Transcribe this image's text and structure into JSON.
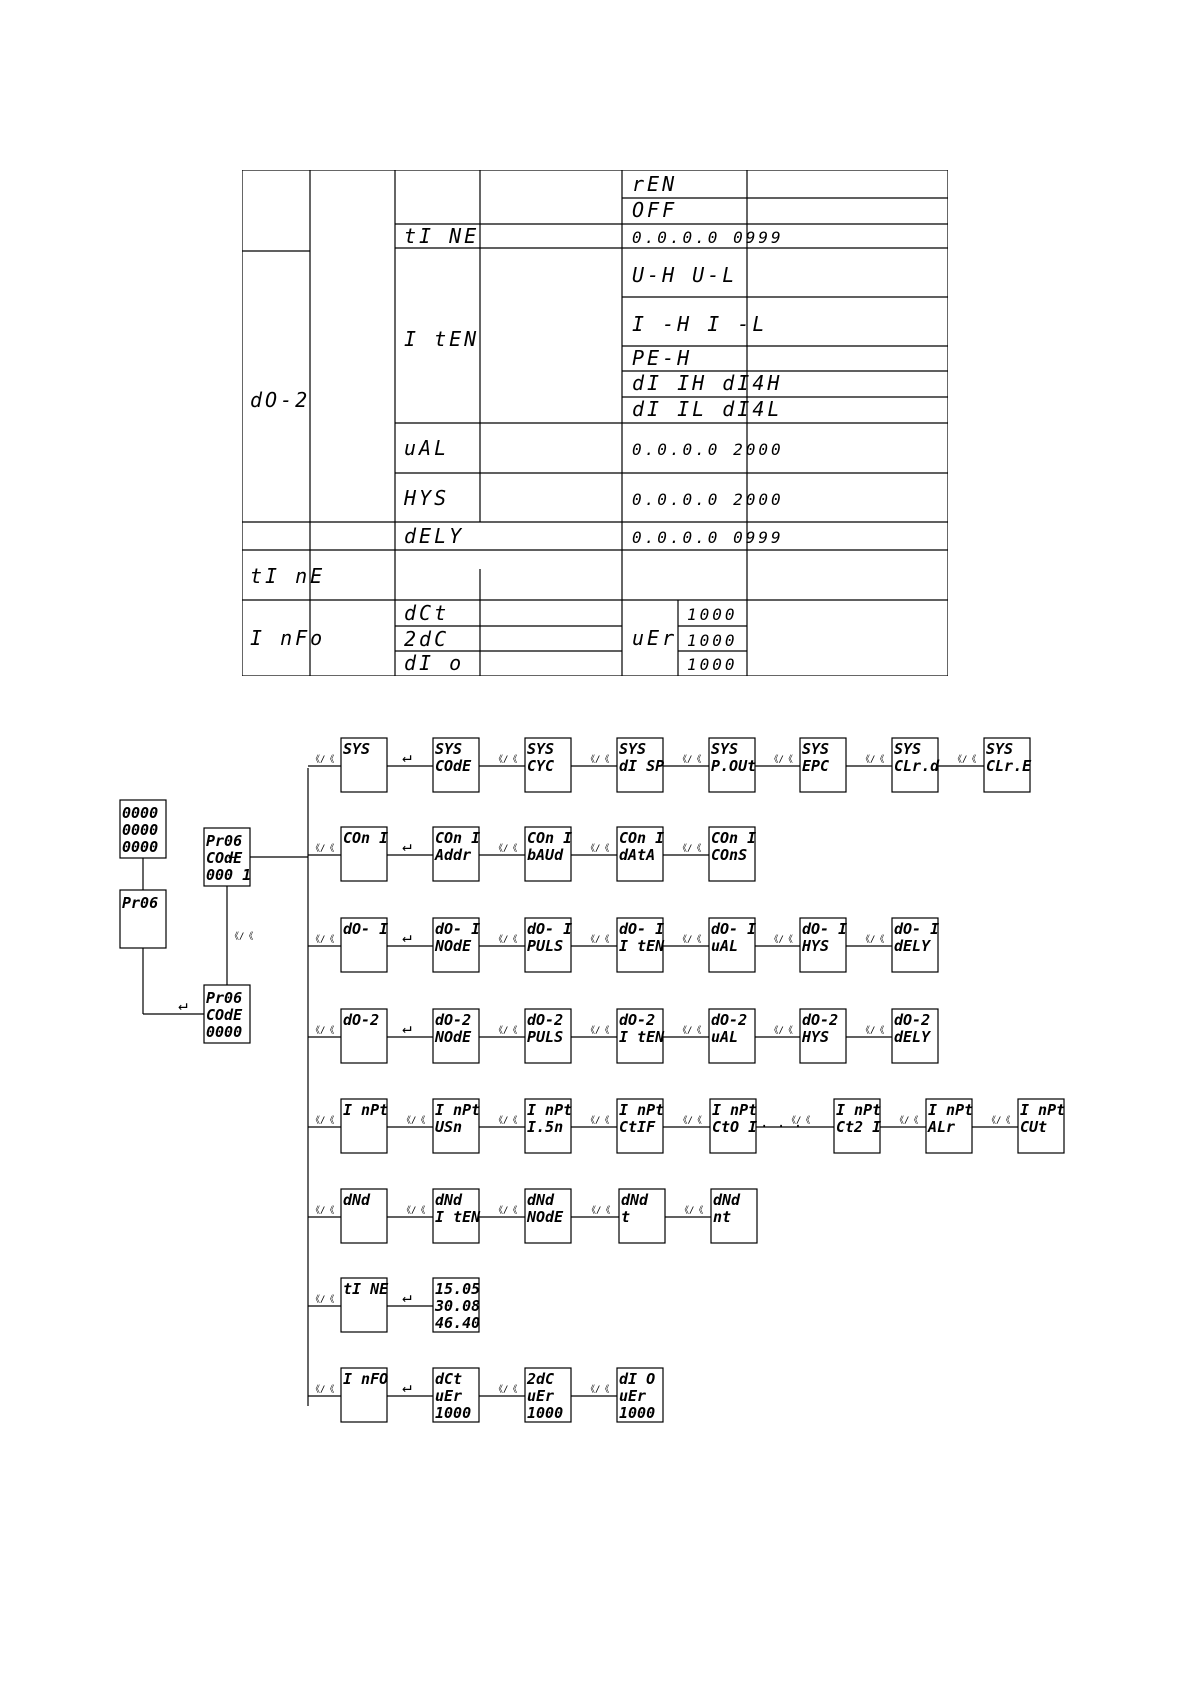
{
  "table": {
    "r0": {
      "opt1": "rEN",
      "opt2": "OFF"
    },
    "r1": {
      "param": "tI NE",
      "range": "0.0.0.0  0999"
    },
    "r2": {
      "group": "dO-2",
      "param": "I tEN",
      "opts": [
        "U-H U-L",
        "I -H I -L",
        "PE-H",
        "dI IH dI4H",
        "dI IL dI4L"
      ]
    },
    "r3": {
      "param": "uAL",
      "range": "0.0.0.0  2000"
    },
    "r4": {
      "param": "HYS",
      "range": "0.0.0.0  2000"
    },
    "r5": {
      "param": "dELY",
      "range": "0.0.0.0  0999"
    },
    "r6": {
      "group": "tI nE"
    },
    "r7": {
      "group": "I nFo",
      "params": [
        "dCt",
        "2dC",
        "dI o"
      ],
      "ver_label": "uEr",
      "ver_values": [
        "1000",
        "1000",
        "1000"
      ]
    }
  },
  "flow": {
    "start": [
      "0000",
      "0000",
      "0000"
    ],
    "prog": [
      "Pr06"
    ],
    "prog_code_1": [
      "Pr06",
      "COdE",
      "000 1"
    ],
    "prog_code_0": [
      "Pr06",
      "COdE",
      "0000"
    ],
    "nav_symbol": "《/《",
    "enter_symbol": "↵",
    "ellipsis": "· · ·",
    "rows": [
      {
        "head": "SYS",
        "items": [
          [
            "SYS",
            "COdE"
          ],
          [
            "SYS",
            "CYC"
          ],
          [
            "SYS",
            "dI SP"
          ],
          [
            "SYS",
            "P.OUt"
          ],
          [
            "SYS",
            "EPC"
          ],
          [
            "SYS",
            "CLr.d"
          ],
          [
            "SYS",
            "CLr.E"
          ]
        ]
      },
      {
        "head": "COn I",
        "items": [
          [
            "COn I",
            "Addr"
          ],
          [
            "COn I",
            "bAUd"
          ],
          [
            "COn I",
            "dAtA"
          ],
          [
            "COn I",
            "COnS"
          ]
        ]
      },
      {
        "head": "dO- I",
        "items": [
          [
            "dO- I",
            "NOdE"
          ],
          [
            "dO- I",
            "PULS"
          ],
          [
            "dO- I",
            "I tEN"
          ],
          [
            "dO- I",
            "uAL"
          ],
          [
            "dO- I",
            "HYS"
          ],
          [
            "dO- I",
            "dELY"
          ]
        ]
      },
      {
        "head": "dO-2",
        "items": [
          [
            "dO-2",
            "NOdE"
          ],
          [
            "dO-2",
            "PULS"
          ],
          [
            "dO-2",
            "I tEN"
          ],
          [
            "dO-2",
            "uAL"
          ],
          [
            "dO-2",
            "HYS"
          ],
          [
            "dO-2",
            "dELY"
          ]
        ]
      },
      {
        "head": "I nPt",
        "items": [
          [
            "I nPt",
            "USn"
          ],
          [
            "I nPt",
            "I.5n"
          ],
          [
            "I nPt",
            "CtIF"
          ],
          [
            "I nPt",
            "CtO I"
          ],
          [
            "I nPt",
            "Ct2 I"
          ],
          [
            "I nPt",
            "ALr"
          ],
          [
            "I nPt",
            "CUt"
          ]
        ]
      },
      {
        "head": "dNd",
        "items": [
          [
            "dNd",
            "I tEN"
          ],
          [
            "dNd",
            "NOdE"
          ],
          [
            "dNd",
            "t"
          ],
          [
            "dNd",
            "nt"
          ]
        ]
      },
      {
        "head": "tI NE",
        "items": [
          [
            "15.05",
            "30.08",
            "46.40"
          ]
        ]
      },
      {
        "head": "I nFO",
        "items": [
          [
            "dCt",
            "uEr",
            "1000"
          ],
          [
            "2dC",
            "uEr",
            "1000"
          ],
          [
            "dI O",
            "uEr",
            "1000"
          ]
        ]
      }
    ]
  }
}
